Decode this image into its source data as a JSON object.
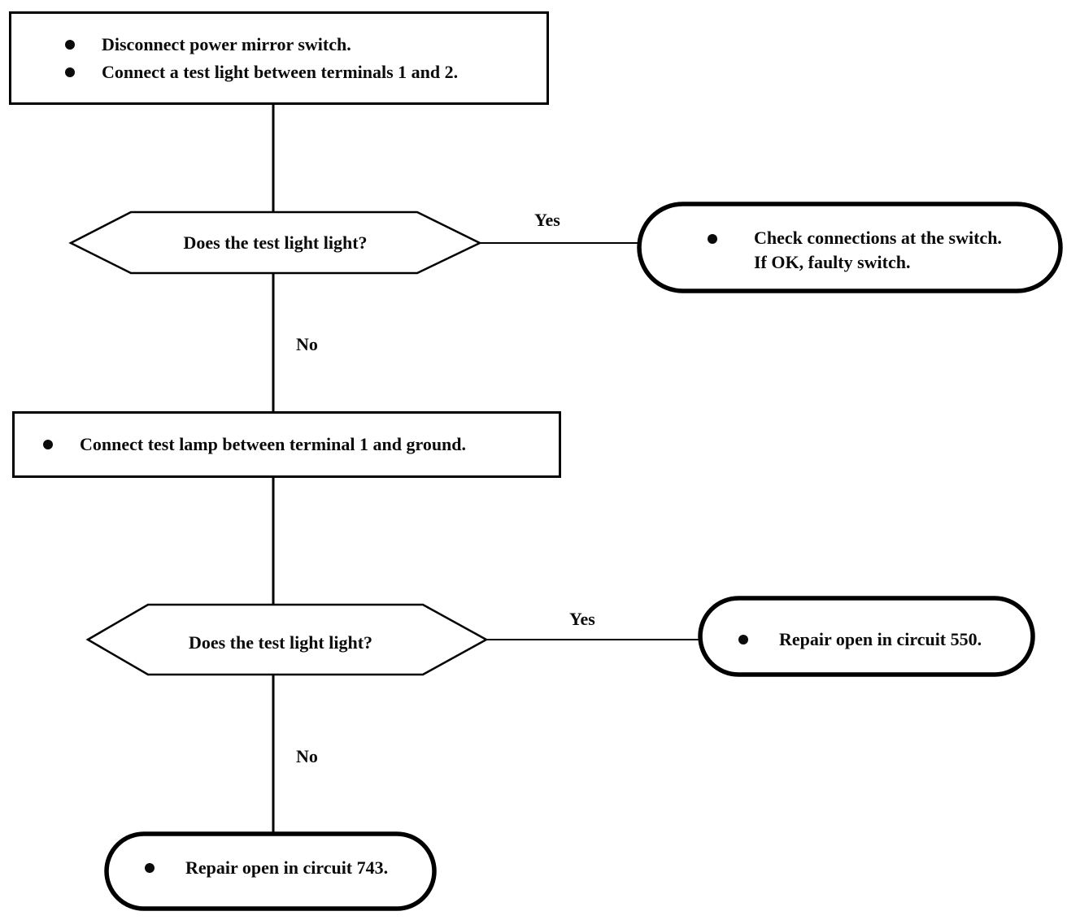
{
  "colors": {
    "ink": "#000000",
    "paper": "#ffffff"
  },
  "flowchart": {
    "step1": {
      "bullets": [
        "Disconnect power mirror switch.",
        "Connect a test light between terminals 1 and 2."
      ]
    },
    "decision1": {
      "question": "Does the test light light?"
    },
    "edges": {
      "decision1_yes": "Yes",
      "decision1_no": "No",
      "decision2_yes": "Yes",
      "decision2_no": "No"
    },
    "result_switch": {
      "lines": [
        "Check connections at the switch.",
        "If OK, faulty switch."
      ]
    },
    "step2": {
      "bullets": [
        "Connect test lamp between terminal 1 and ground."
      ]
    },
    "decision2": {
      "question": "Does the test light light?"
    },
    "result_circuit_550": {
      "line": "Repair open in circuit 550."
    },
    "result_circuit_743": {
      "line": "Repair open in circuit 743."
    }
  }
}
